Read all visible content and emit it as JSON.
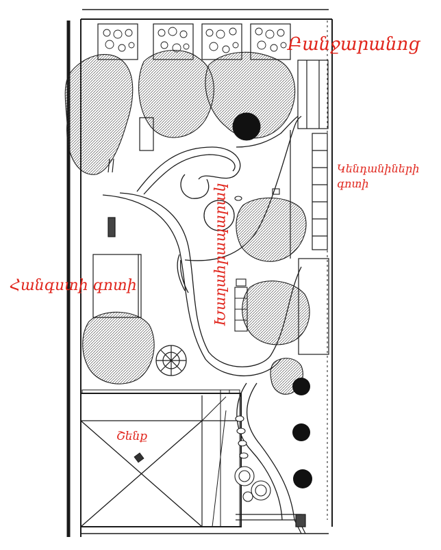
{
  "labels": {
    "vegetable_garden": "Բանջարանոց",
    "flower_zone_line1": "Կենդանիների",
    "flower_zone_line2": "գոտի",
    "rest_zone": "Հանգստի գոտի",
    "building": "Շենք",
    "play_area": "Խաղահրապարակ"
  },
  "colors": {
    "label": "#e0241b",
    "ink": "#1a1a1a"
  }
}
